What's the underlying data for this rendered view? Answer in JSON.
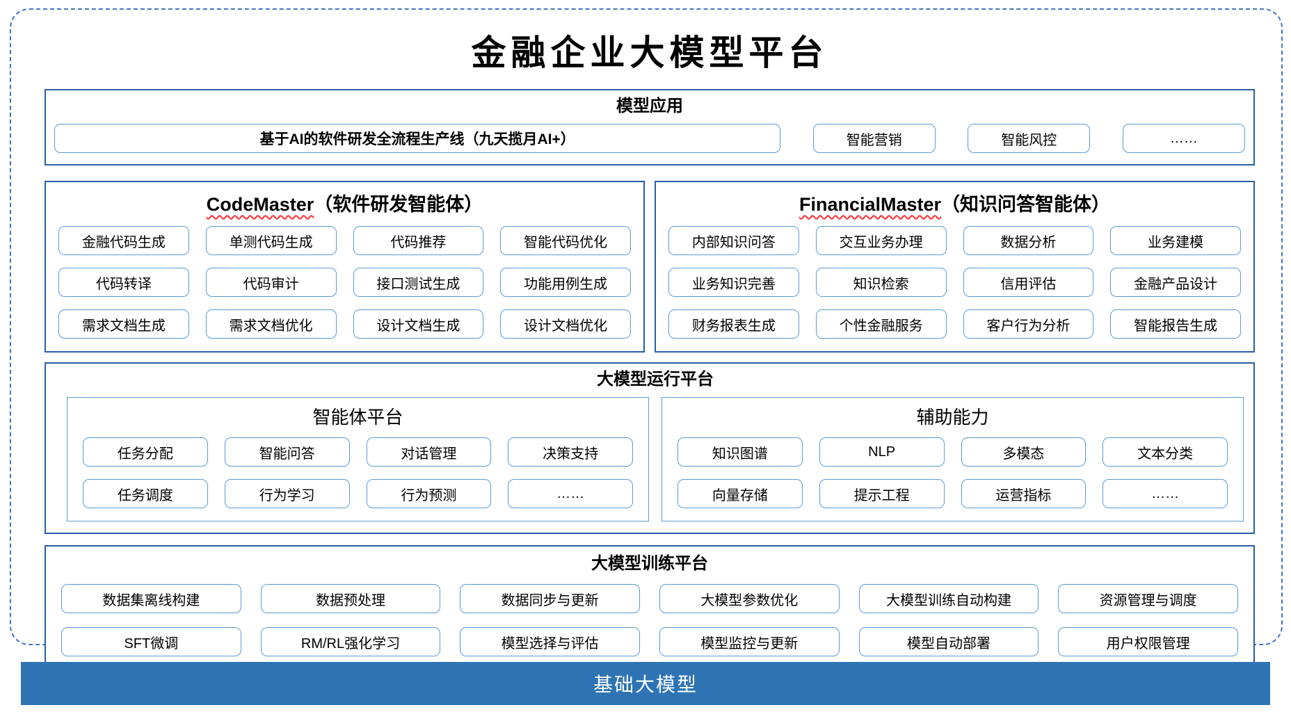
{
  "page_title": "金融企业大模型平台",
  "colors": {
    "frame_dash": "#4472C4",
    "section_border": "#2A5DA8",
    "chip_border": "#5B9BD5",
    "subbox_border": "#5B9BD5",
    "bar_bg": "#2E74B5",
    "bar_text": "#FFFFFF",
    "squiggle": "#FF2E2E",
    "text": "#000000"
  },
  "sections": {
    "model_app": {
      "header": "模型应用",
      "main_item": "基于AI的软件研发全流程生产线（九天揽月AI+）",
      "items": [
        "智能营销",
        "智能风控",
        "……"
      ]
    },
    "code_master": {
      "title_en": "CodeMaster",
      "title_zh": "（软件研发智能体）",
      "items": [
        "金融代码生成",
        "单测代码生成",
        "代码推荐",
        "智能代码优化",
        "代码转译",
        "代码审计",
        "接口测试生成",
        "功能用例生成",
        "需求文档生成",
        "需求文档优化",
        "设计文档生成",
        "设计文档优化"
      ]
    },
    "financial_master": {
      "title_en": "FinancialMaster",
      "title_zh": "（知识问答智能体）",
      "items": [
        "内部知识问答",
        "交互业务办理",
        "数据分析",
        "业务建模",
        "业务知识完善",
        "知识检索",
        "信用评估",
        "金融产品设计",
        "财务报表生成",
        "个性金融服务",
        "客户行为分析",
        "智能报告生成"
      ]
    },
    "runtime": {
      "header": "大模型运行平台",
      "agent_platform": {
        "header": "智能体平台",
        "items": [
          "任务分配",
          "智能问答",
          "对话管理",
          "决策支持",
          "任务调度",
          "行为学习",
          "行为预测",
          "……"
        ]
      },
      "aux_ability": {
        "header": "辅助能力",
        "items": [
          "知识图谱",
          "NLP",
          "多模态",
          "文本分类",
          "向量存储",
          "提示工程",
          "运营指标",
          "……"
        ]
      }
    },
    "training": {
      "header": "大模型训练平台",
      "items": [
        "数据集离线构建",
        "数据预处理",
        "数据同步与更新",
        "大模型参数优化",
        "大模型训练自动构建",
        "资源管理与调度",
        "SFT微调",
        "RM/RL强化学习",
        "模型选择与评估",
        "模型监控与更新",
        "模型自动部署",
        "用户权限管理"
      ]
    },
    "base_model": {
      "label": "基础大模型"
    }
  }
}
